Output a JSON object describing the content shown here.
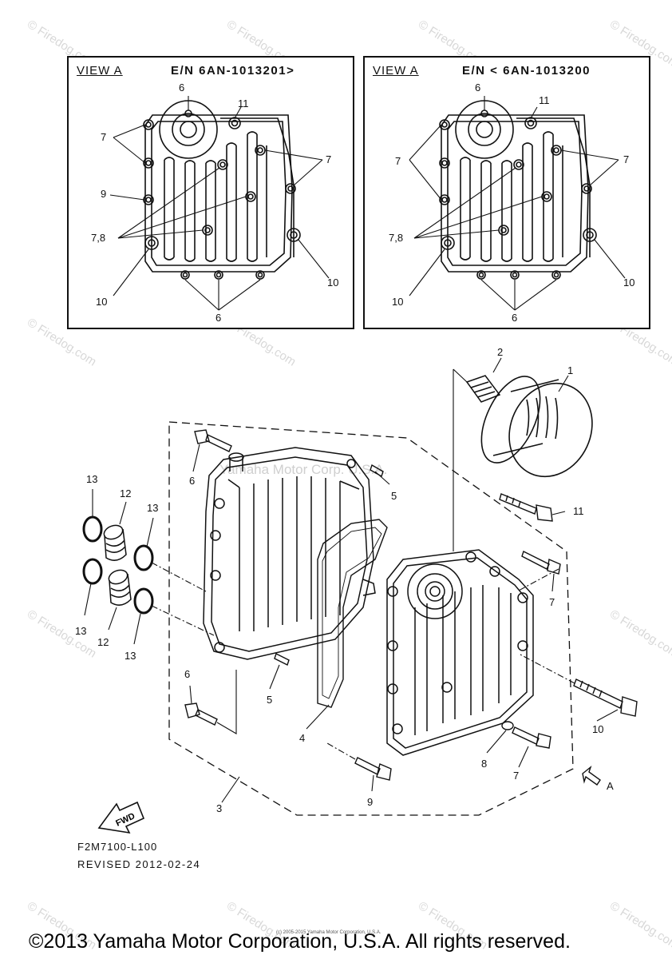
{
  "watermark": "© Firedog.com",
  "watermark_center": "Yamaha Motor Corp. U.S.A.",
  "view_a_left": {
    "label": "VIEW A",
    "serial": "E/N 6AN-1013201>",
    "callouts": [
      "6",
      "11",
      "7",
      "7",
      "9",
      "7,8",
      "10",
      "10",
      "6"
    ]
  },
  "view_a_right": {
    "label": "VIEW A",
    "serial": "E/N < 6AN-1013200",
    "callouts": [
      "6",
      "11",
      "7",
      "7",
      "7,8",
      "10",
      "10",
      "6"
    ]
  },
  "main_callouts": {
    "c1": "1",
    "c2": "2",
    "c3": "3",
    "c4": "4",
    "c5a": "5",
    "c5b": "5",
    "c6a": "6",
    "c6b": "6",
    "c7a": "7",
    "c7b": "7",
    "c8": "8",
    "c9": "9",
    "c10": "10",
    "c11": "11",
    "c12a": "12",
    "c12b": "12",
    "c13a": "13",
    "c13b": "13",
    "c13c": "13",
    "c13d": "13",
    "arrow_a": "A",
    "fwd": "FWD"
  },
  "drawing_code": "F2M7100-L100",
  "revised": "REVISED 2012-02-24",
  "tiny_copyright": "(c) 2005-2015 Yamaha Motor Corporation, U.S.A.",
  "copyright": "©2013 Yamaha Motor Corporation, U.S.A. All rights reserved."
}
